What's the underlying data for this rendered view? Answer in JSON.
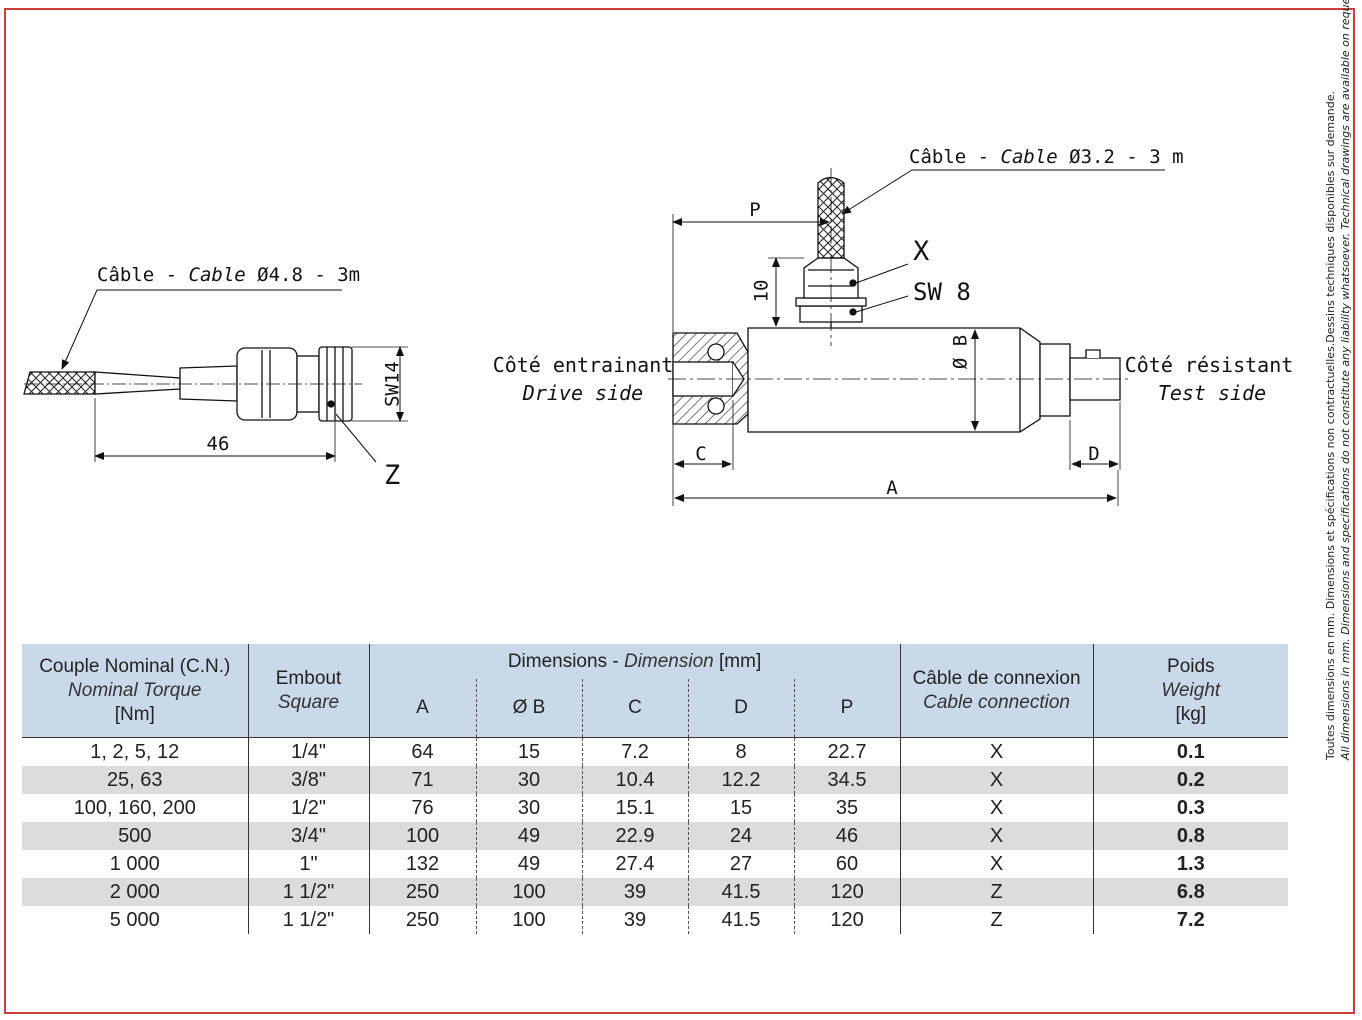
{
  "left_drawing": {
    "cable_label": {
      "fr": "Câble - ",
      "en": "Cable",
      "dim": " Ø4.8 - 3m"
    },
    "dim_46": "46",
    "dim_sw14": "SW14",
    "label_z": "Z"
  },
  "right_drawing": {
    "cable_label": {
      "fr": "Câble - ",
      "en": "Cable",
      "dim": " Ø3.2 - 3 m"
    },
    "label_p": "P",
    "label_x": "X",
    "label_sw8": "SW 8",
    "dim_10": "10",
    "dim_b": "Ø B",
    "drive_side": {
      "fr": "Côté entrainant",
      "en": "Drive side"
    },
    "test_side": {
      "fr": "Côté résistant",
      "en": "Test side"
    },
    "label_c": "C",
    "label_d": "D",
    "label_a": "A"
  },
  "side_note": {
    "fr": "Toutes dimensions en mm. Dimensions et spécifications non contractuelles.Dessins techniques disponibles sur demande.",
    "en": "All dimensions in mm. Dimensions and specifications do not constitute any liability whatsoever. Technical drawings are available on request."
  },
  "table": {
    "headers": {
      "torque": {
        "fr": "Couple Nominal (C.N.)",
        "en": "Nominal Torque",
        "unit": "[Nm]"
      },
      "square": {
        "fr": "Embout",
        "en": "Square"
      },
      "dimensions": {
        "fr": "Dimensions - ",
        "en": "Dimension",
        "unit": " [mm]"
      },
      "dim_cols": [
        "A",
        "Ø B",
        "C",
        "D",
        "P"
      ],
      "cable": {
        "fr": "Câble de connexion",
        "en": "Cable connection"
      },
      "weight": {
        "fr": "Poids",
        "en": "Weight",
        "unit": "[kg]"
      }
    },
    "rows": [
      {
        "torque": "1, 2, 5, 12",
        "square": "1/4\"",
        "a": "64",
        "b": "15",
        "c": "7.2",
        "d": "8",
        "p": "22.7",
        "cable": "X",
        "weight": "0.1"
      },
      {
        "torque": "25, 63",
        "square": "3/8\"",
        "a": "71",
        "b": "30",
        "c": "10.4",
        "d": "12.2",
        "p": "34.5",
        "cable": "X",
        "weight": "0.2"
      },
      {
        "torque": "100, 160, 200",
        "square": "1/2\"",
        "a": "76",
        "b": "30",
        "c": "15.1",
        "d": "15",
        "p": "35",
        "cable": "X",
        "weight": "0.3"
      },
      {
        "torque": "500",
        "square": "3/4\"",
        "a": "100",
        "b": "49",
        "c": "22.9",
        "d": "24",
        "p": "46",
        "cable": "X",
        "weight": "0.8"
      },
      {
        "torque": "1 000",
        "square": "1\"",
        "a": "132",
        "b": "49",
        "c": "27.4",
        "d": "27",
        "p": "60",
        "cable": "X",
        "weight": "1.3"
      },
      {
        "torque": "2 000",
        "square": "1 1/2\"",
        "a": "250",
        "b": "100",
        "c": "39",
        "d": "41.5",
        "p": "120",
        "cable": "Z",
        "weight": "6.8"
      },
      {
        "torque": "5 000",
        "square": "1 1/2\"",
        "a": "250",
        "b": "100",
        "c": "39",
        "d": "41.5",
        "p": "120",
        "cable": "Z",
        "weight": "7.2"
      }
    ]
  },
  "colors": {
    "frame": "#c8403c",
    "header_bg": "#cad9e9",
    "row_alt": "#dcdcdc"
  }
}
